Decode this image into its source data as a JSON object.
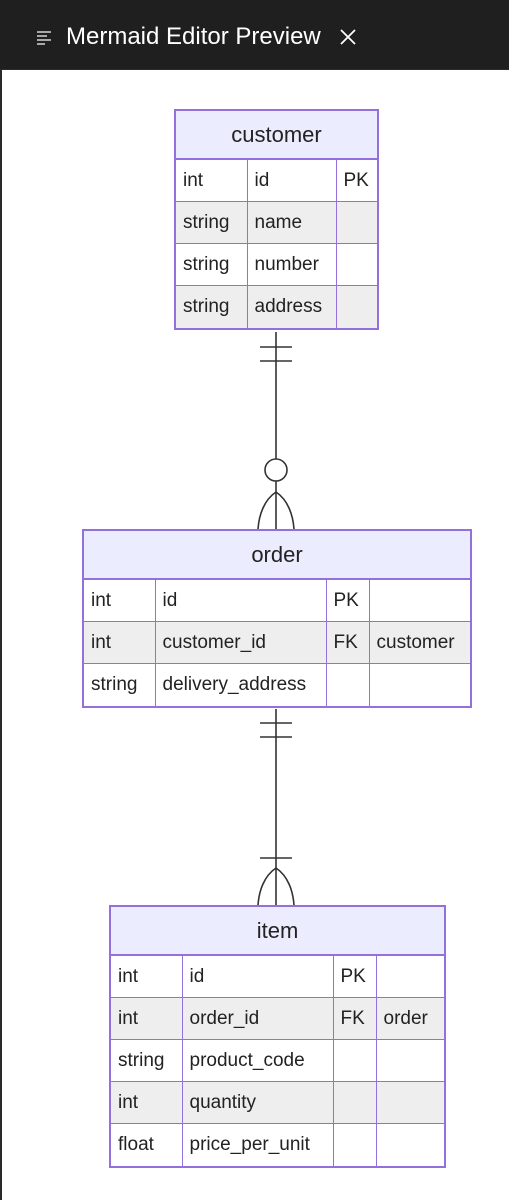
{
  "window": {
    "title": "Mermaid Editor Preview"
  },
  "icons": {
    "menu": "menu-lines-icon",
    "close": "close-icon"
  },
  "colors": {
    "entity_border": "#9370db",
    "entity_header": "#ececff",
    "row_alt": "#eeeeee",
    "titlebar": "#1f1f1f",
    "line": "#333333"
  },
  "entities": {
    "customer": {
      "name": "customer",
      "rows": [
        [
          "int",
          "id",
          "PK"
        ],
        [
          "string",
          "name",
          ""
        ],
        [
          "string",
          "number",
          ""
        ],
        [
          "string",
          "address",
          ""
        ]
      ]
    },
    "order": {
      "name": "order",
      "rows": [
        [
          "int",
          "id",
          "PK",
          ""
        ],
        [
          "int",
          "customer_id",
          "FK",
          "customer"
        ],
        [
          "string",
          "delivery_address",
          "",
          ""
        ]
      ]
    },
    "item": {
      "name": "item",
      "rows": [
        [
          "int",
          "id",
          "PK",
          ""
        ],
        [
          "int",
          "order_id",
          "FK",
          "order"
        ],
        [
          "string",
          "product_code",
          "",
          ""
        ],
        [
          "int",
          "quantity",
          "",
          ""
        ],
        [
          "float",
          "price_per_unit",
          "",
          ""
        ]
      ]
    }
  },
  "relationships": [
    {
      "from": "customer",
      "to": "order",
      "from_cardinality": "exactly-one",
      "to_cardinality": "zero-or-more"
    },
    {
      "from": "order",
      "to": "item",
      "from_cardinality": "exactly-one",
      "to_cardinality": "one-or-more"
    }
  ]
}
